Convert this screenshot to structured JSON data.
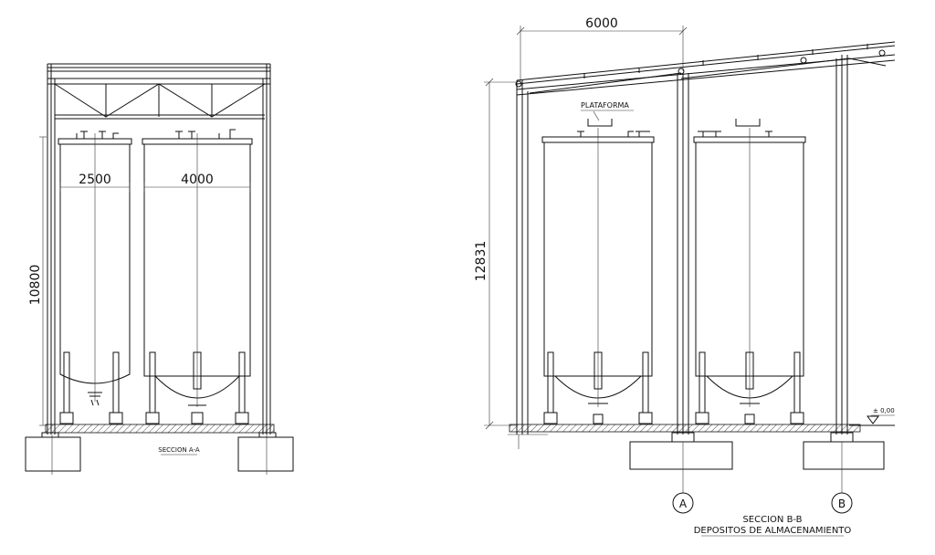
{
  "section_aa": {
    "title": "SECCION A-A",
    "dim_small_tank_diameter": "2500",
    "dim_large_tank_diameter": "4000",
    "dim_height": "10800"
  },
  "section_bb": {
    "title": "SECCION B-B",
    "subtitle": "DEPOSITOS DE ALMACENAMIENTO",
    "dim_span": "6000",
    "dim_height": "12831",
    "platform_label": "PLATAFORMA",
    "level_label": "± 0,00",
    "grid_axis_a": "A",
    "grid_axis_b": "B"
  }
}
